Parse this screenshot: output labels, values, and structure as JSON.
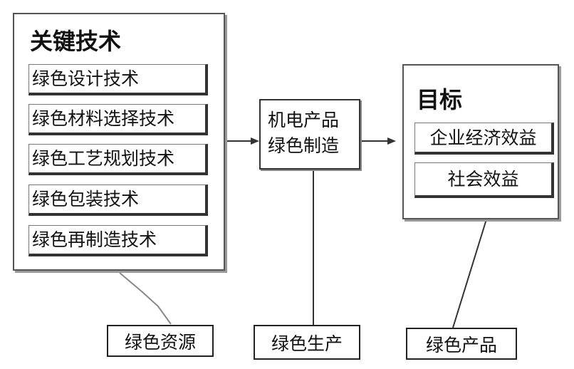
{
  "key_tech": {
    "title": "关键技术",
    "items": [
      "绿色设计技术",
      "绿色材料选择技术",
      "绿色工艺规划技术",
      "绿色包装技术",
      "绿色再制造技术"
    ]
  },
  "center": {
    "line1": "机电产品",
    "line2": "绿色制造"
  },
  "goal": {
    "title": "目标",
    "items": [
      "企业经济效益",
      "社会效益"
    ]
  },
  "labels": {
    "resources": "绿色资源",
    "production": "绿色生产",
    "products": "绿色产品"
  }
}
